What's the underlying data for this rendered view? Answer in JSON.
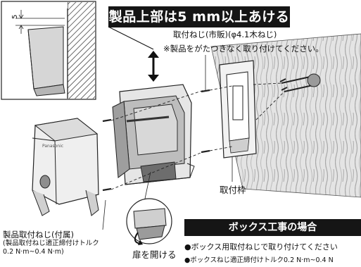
{
  "banner": {
    "text": "製品上部は5 mm以上あける"
  },
  "dimension": {
    "value": "5"
  },
  "screws_label": {
    "line1": "取付ねじ(市販)(φ4.1木ねじ)",
    "line2": "※製品をがたつきなく取り付けてください。"
  },
  "frame_label": "取付枠",
  "door_label": "扉を開ける",
  "product_logo": "Panasonic",
  "product_unit_label": "製品取付ねじ(付属)",
  "product_unit_sub1": "(製品取付ねじ適正締付けトルク",
  "product_unit_sub2": " 0.2 N·m~0.4 N·m)",
  "box_section": {
    "title": "ボックス工事の場合",
    "line1": "●ボックス用取付ねじで取り付けてください",
    "line2": "●ボックスねじ適正締付けトルク0.2 N·m~0.4 N"
  },
  "colors": {
    "banner_bg": "#151515",
    "line": "#222222",
    "wood": "#bdbdbd"
  }
}
